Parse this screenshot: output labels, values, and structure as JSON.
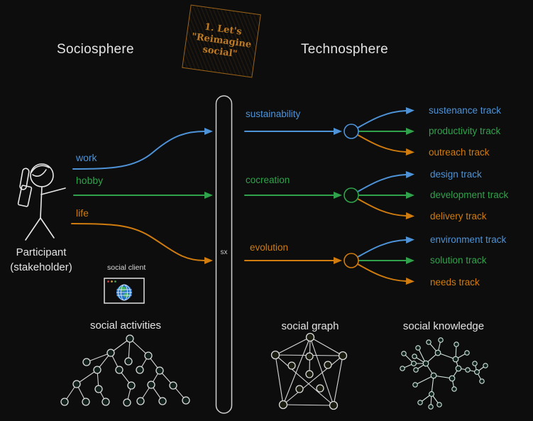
{
  "titles": {
    "sociosphere": "Sociosphere",
    "technosphere": "Technosphere"
  },
  "note": {
    "text": "1. Let's \"Reimagine social\""
  },
  "participant": {
    "line1": "Participant",
    "line2": "(stakeholder)"
  },
  "flows": [
    {
      "label": "work",
      "color": "#4e93d8"
    },
    {
      "label": "hobby",
      "color": "#31a24c"
    },
    {
      "label": "life",
      "color": "#d07c0e"
    }
  ],
  "hub": {
    "label": "sx"
  },
  "social_client": {
    "label": "social client"
  },
  "groups": [
    {
      "label": "sustainability",
      "color": "#4e93d8",
      "tracks": [
        {
          "label": "sustenance track",
          "color": "#4e93d8"
        },
        {
          "label": "productivity track",
          "color": "#31a24c"
        },
        {
          "label": "outreach track",
          "color": "#d07c0e"
        }
      ]
    },
    {
      "label": "cocreation",
      "color": "#31a24c",
      "tracks": [
        {
          "label": "design track",
          "color": "#4e93d8"
        },
        {
          "label": "development track",
          "color": "#31a24c"
        },
        {
          "label": "delivery track",
          "color": "#d07c0e"
        }
      ]
    },
    {
      "label": "evolution",
      "color": "#d07c0e",
      "tracks": [
        {
          "label": "environment track",
          "color": "#4e93d8"
        },
        {
          "label": "solution track",
          "color": "#31a24c"
        },
        {
          "label": "needs track",
          "color": "#d07c0e"
        }
      ]
    }
  ],
  "bottom": {
    "activities_title": "social activities",
    "graph_title": "social graph",
    "knowledge_title": "social knowledge"
  },
  "colors": {
    "blue": "#4e93d8",
    "green": "#31a24c",
    "orange": "#d07c0e",
    "line": "#e8e8e8",
    "background": "#0d0d0d",
    "note": "#bd7a22"
  }
}
